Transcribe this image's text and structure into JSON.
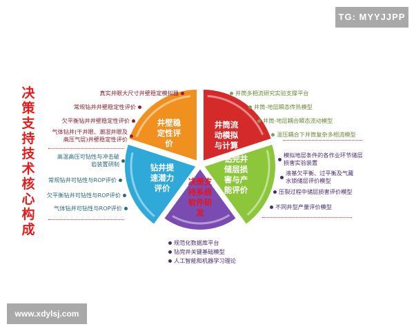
{
  "watermarks": {
    "top": "TG: MYYJJPP",
    "bottom": "www.xdylsj.com"
  },
  "vertical_title": "决策支持技术核心构成",
  "colors": {
    "orange": "#f0901e",
    "red": "#d42a2a",
    "green": "#8cc63a",
    "purple": "#7a4bb0",
    "blue": "#2fa9d8",
    "title_red": "#e31b1b"
  },
  "segments": [
    {
      "id": "orange",
      "lines": [
        "井壁稳",
        "定性评",
        "价"
      ]
    },
    {
      "id": "red",
      "lines": [
        "井筒流",
        "动模拟",
        "与计算"
      ]
    },
    {
      "id": "green",
      "lines": [
        "钻完井",
        "储层损",
        "害与产",
        "能评价"
      ]
    },
    {
      "id": "purple",
      "lines": [
        "决策支",
        "持系统",
        "软件研",
        "发"
      ]
    },
    {
      "id": "blue",
      "lines": [
        "钻井提",
        "速潜力",
        "评价"
      ]
    }
  ],
  "left_top_items": [
    "真实井眼大尺寸井壁稳定模拟器",
    "常规钻井井壁稳定性评价",
    "欠平衡钻井井壁稳定性评价",
    "气体钻井(干井眼、潮湿井眼及\n高压气层)井壁稳定性评价"
  ],
  "left_bottom_items": [
    "高温高压可钻性与冲击破\n岩装置研制",
    "常规钻井可钻性与ROP评价",
    "欠平衡钻井可钻性与ROP评价",
    "气体钻井可钻性与ROP评价"
  ],
  "right_top_items": [
    "井筒多相流研究实验支撑平台",
    "井筒-地层瞬态传热模型",
    "井筒-地层耦合瞬态流动模型",
    "温压耦合下井筒复杂多相流模型"
  ],
  "right_bottom_items": [
    "模拟地层条件的各作业环节储层\n损害实验装置",
    "液基欠平衡、过平衡及气藏\n水锁储层评价模型",
    "压裂过程中储层损害评价模型",
    "不同井型产量评价模型"
  ],
  "bottom_items": [
    "规范化数据库平台",
    "钻完井关键基础模型",
    "人工智能和机器学习理论"
  ]
}
